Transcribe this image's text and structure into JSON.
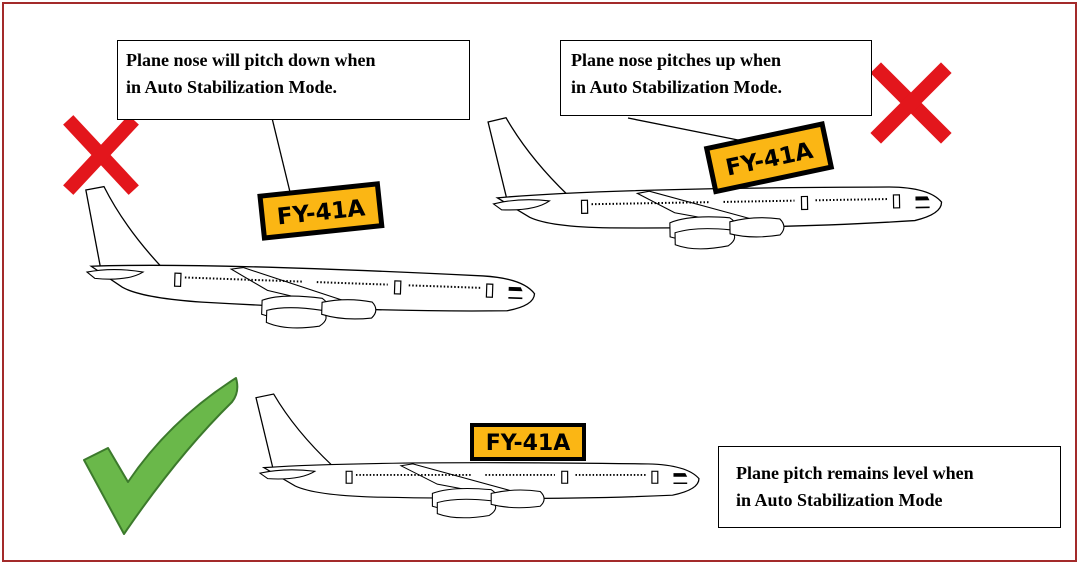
{
  "colors": {
    "frame": "#a32a2a",
    "tag_fill": "#fbb614",
    "cross": "#e3161c",
    "check": "#6ab84a",
    "check_outline": "#3c7a2c"
  },
  "icons": [
    "cross-icon",
    "cross-icon",
    "checkmark-icon",
    "airplane-icon"
  ],
  "callouts": {
    "pitch_down": {
      "line1": "Plane nose will pitch down when",
      "line2": "in Auto Stabilization Mode."
    },
    "pitch_up": {
      "line1": "Plane nose pitches up when",
      "line2": "in Auto Stabilization Mode."
    },
    "level": {
      "line1": "Plane pitch remains level when",
      "line2": "in Auto Stabilization Mode"
    }
  },
  "tags": {
    "plane_1": "FY-41A",
    "plane_2": "FY-41A",
    "plane_3": "FY-41A"
  }
}
